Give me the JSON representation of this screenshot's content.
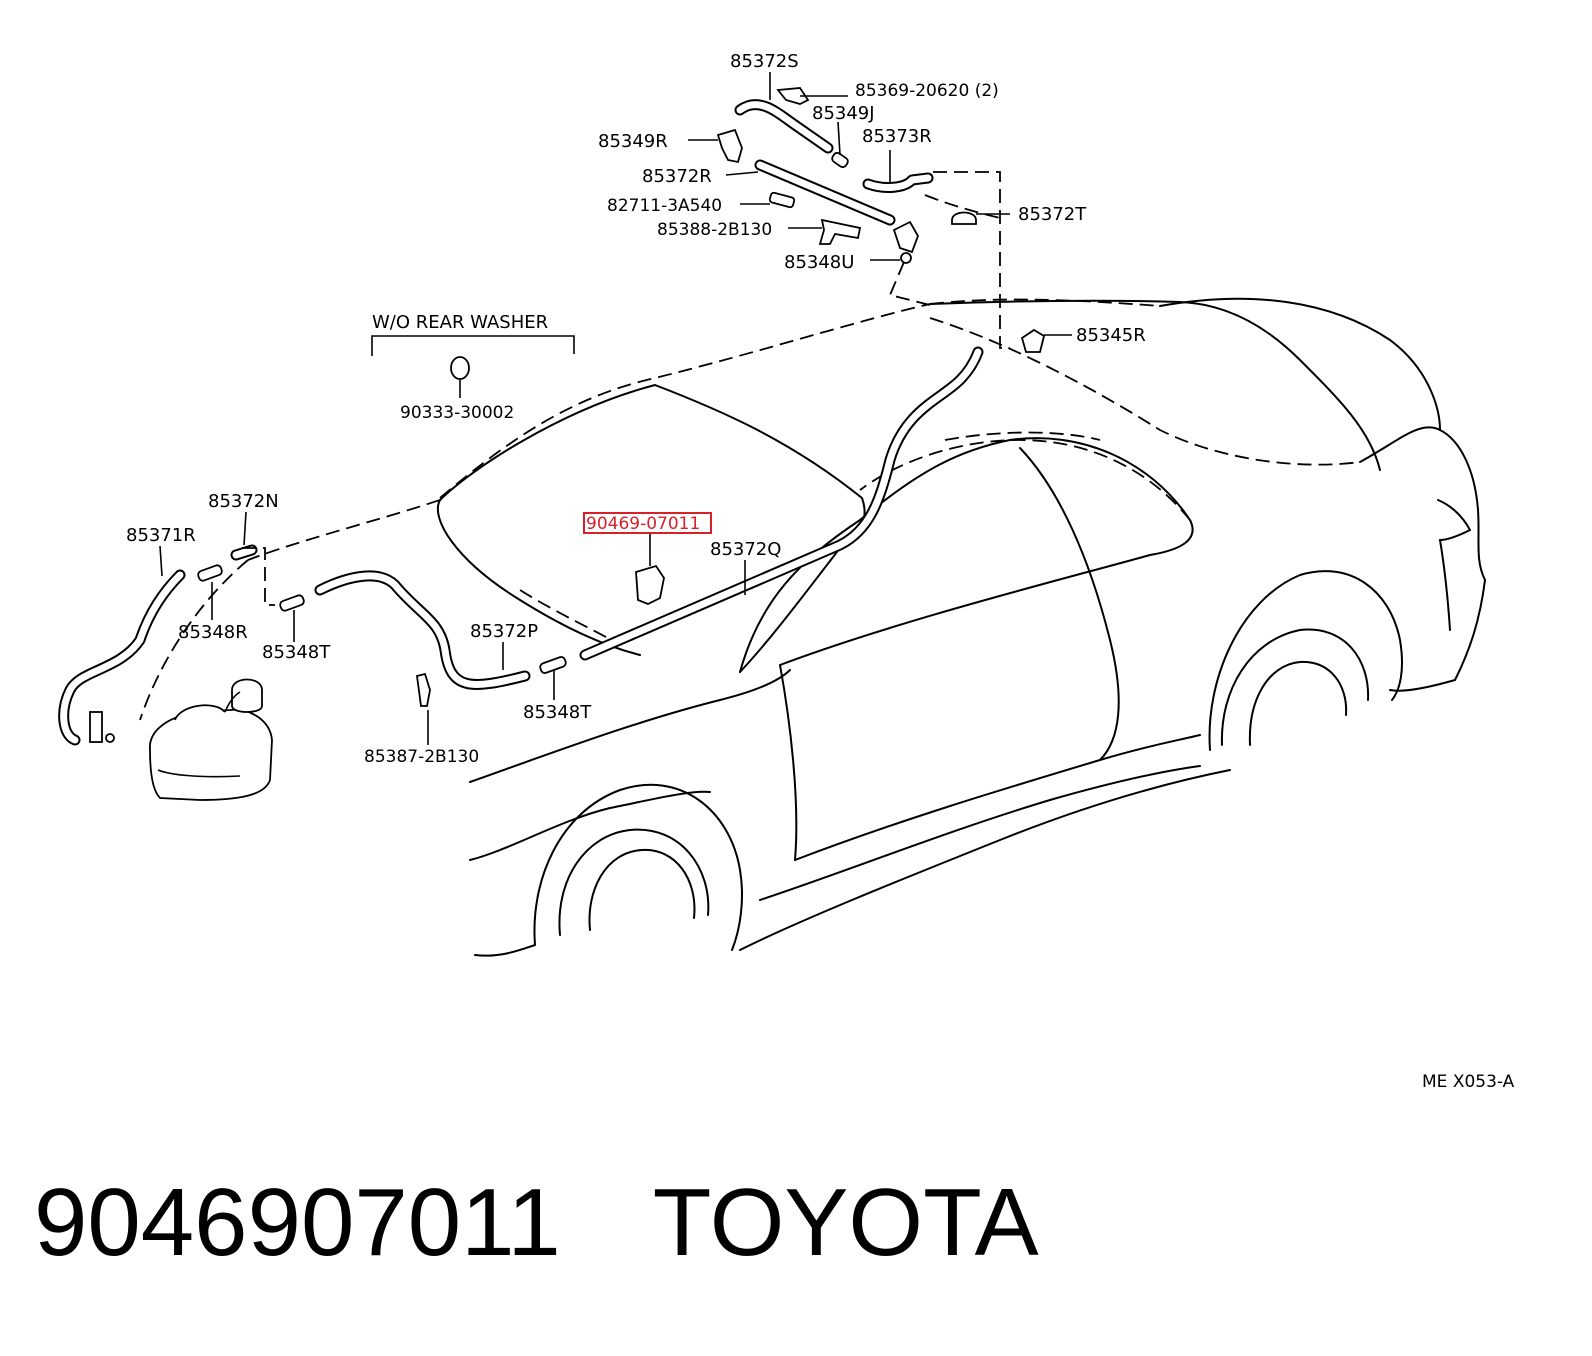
{
  "diagram": {
    "group_label": "W/O REAR WASHER",
    "ref_code": "ME X053-A",
    "highlight_color": "#d8202a",
    "parts": {
      "p85372S": "85372S",
      "p8536920620": "85369-20620 (2)",
      "p85349J": "85349J",
      "p85349R": "85349R",
      "p85373R": "85373R",
      "p85372R": "85372R",
      "p827113A540": "82711-3A540",
      "p853882B130": "85388-2B130",
      "p85372T": "85372T",
      "p85348U": "85348U",
      "p85345R": "85345R",
      "p9033330002": "90333-30002",
      "p85372N": "85372N",
      "p85371R": "85371R",
      "p9046907011": "90469-07011",
      "p85372Q": "85372Q",
      "p85348R": "85348R",
      "p85348T_a": "85348T",
      "p85372P": "85372P",
      "p85348T_b": "85348T",
      "p853872B130": "85387-2B130"
    }
  },
  "footer": {
    "part_number": "9046907011",
    "brand": "TOYOTA"
  }
}
